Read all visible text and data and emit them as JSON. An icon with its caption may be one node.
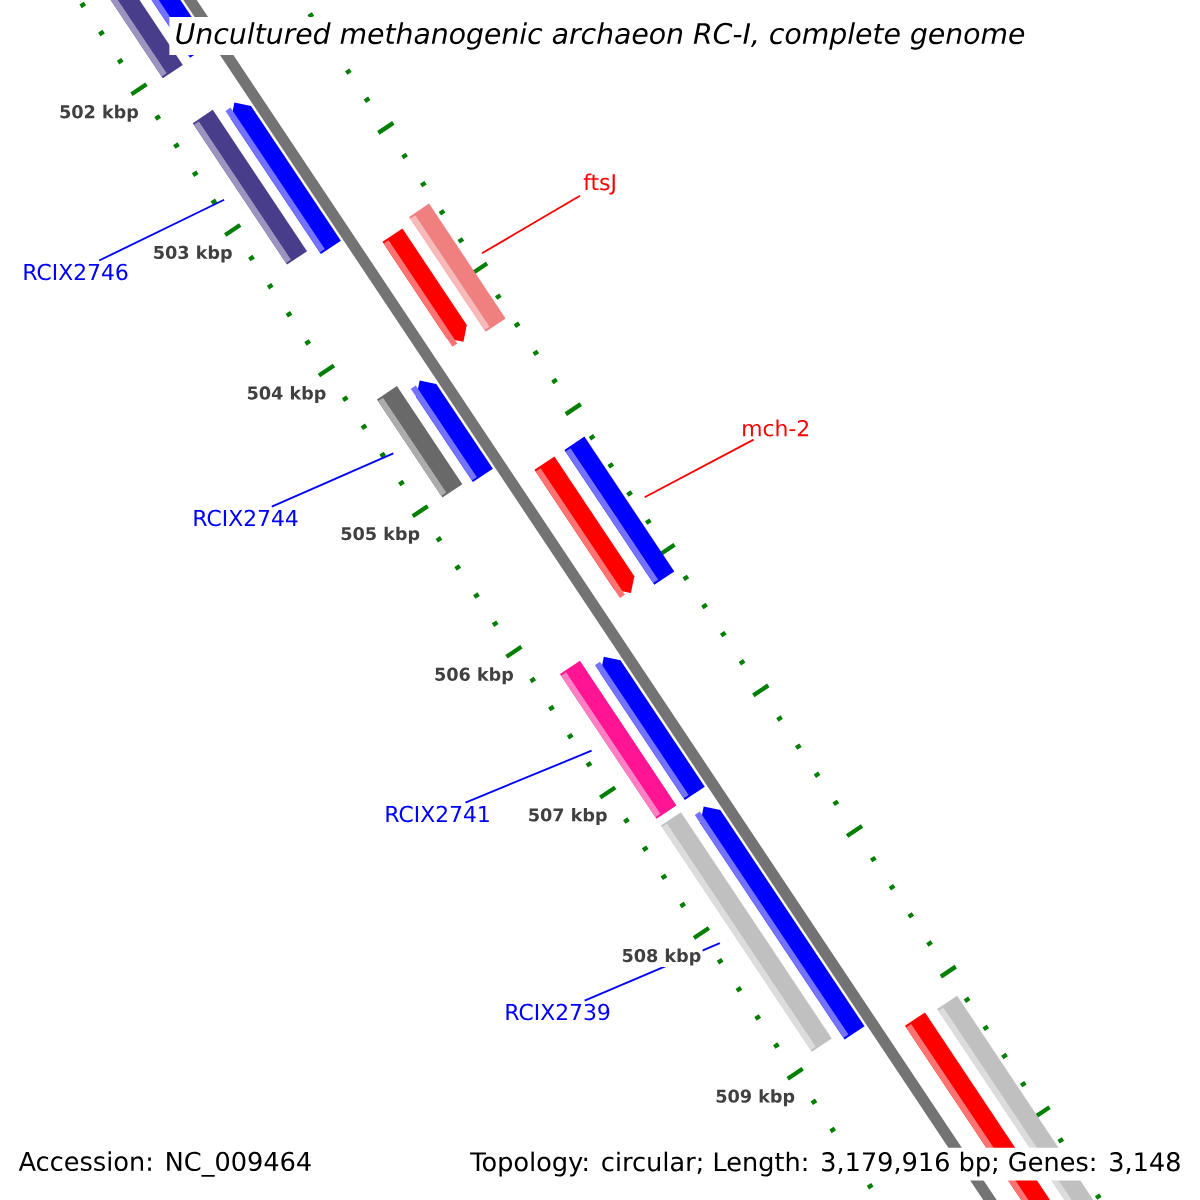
{
  "diagram": {
    "title": "Uncultured methanogenic archaeon RC-I, complete genome",
    "nodes": [
      {
        "text": [
          "ftsJ"
        ]
      },
      {
        "text": [],
        "shape": "bar"
      },
      {
        "text": [
          "RCIX2746"
        ]
      },
      {
        "text": [],
        "shape": "bar"
      },
      {
        "text": [
          "mch-2"
        ]
      },
      {
        "text": [],
        "shape": "bar"
      },
      {
        "text": [
          "RCIX2744"
        ]
      },
      {
        "text": [],
        "shape": "bar"
      },
      {
        "text": [
          "RCIX2741"
        ]
      },
      {
        "text": [],
        "shape": "bar"
      },
      {
        "text": [
          "RCIX2739"
        ]
      },
      {
        "text": [],
        "shape": "bar"
      }
    ],
    "edges": [
      {
        "from": 0,
        "to": 1,
        "arrow": "none",
        "color": "#ff0000"
      },
      {
        "from": 2,
        "to": 3,
        "arrow": "none"
      },
      {
        "from": 4,
        "to": 5,
        "arrow": "none",
        "color": "#ff0000"
      },
      {
        "from": 6,
        "to": 7,
        "arrow": "none"
      },
      {
        "from": 8,
        "to": 9,
        "arrow": "none"
      },
      {
        "from": 10,
        "to": 11,
        "arrow": "none"
      }
    ],
    "labels": [
      "502 kbp",
      "503 kbp",
      "504 kbp",
      "505 kbp",
      "506 kbp",
      "507 kbp",
      "508 kbp",
      "509 kbp",
      "Accession: NC_009464",
      "Topology: circular; Length: 3,179,916 bp; Genes: 3,148"
    ]
  }
}
